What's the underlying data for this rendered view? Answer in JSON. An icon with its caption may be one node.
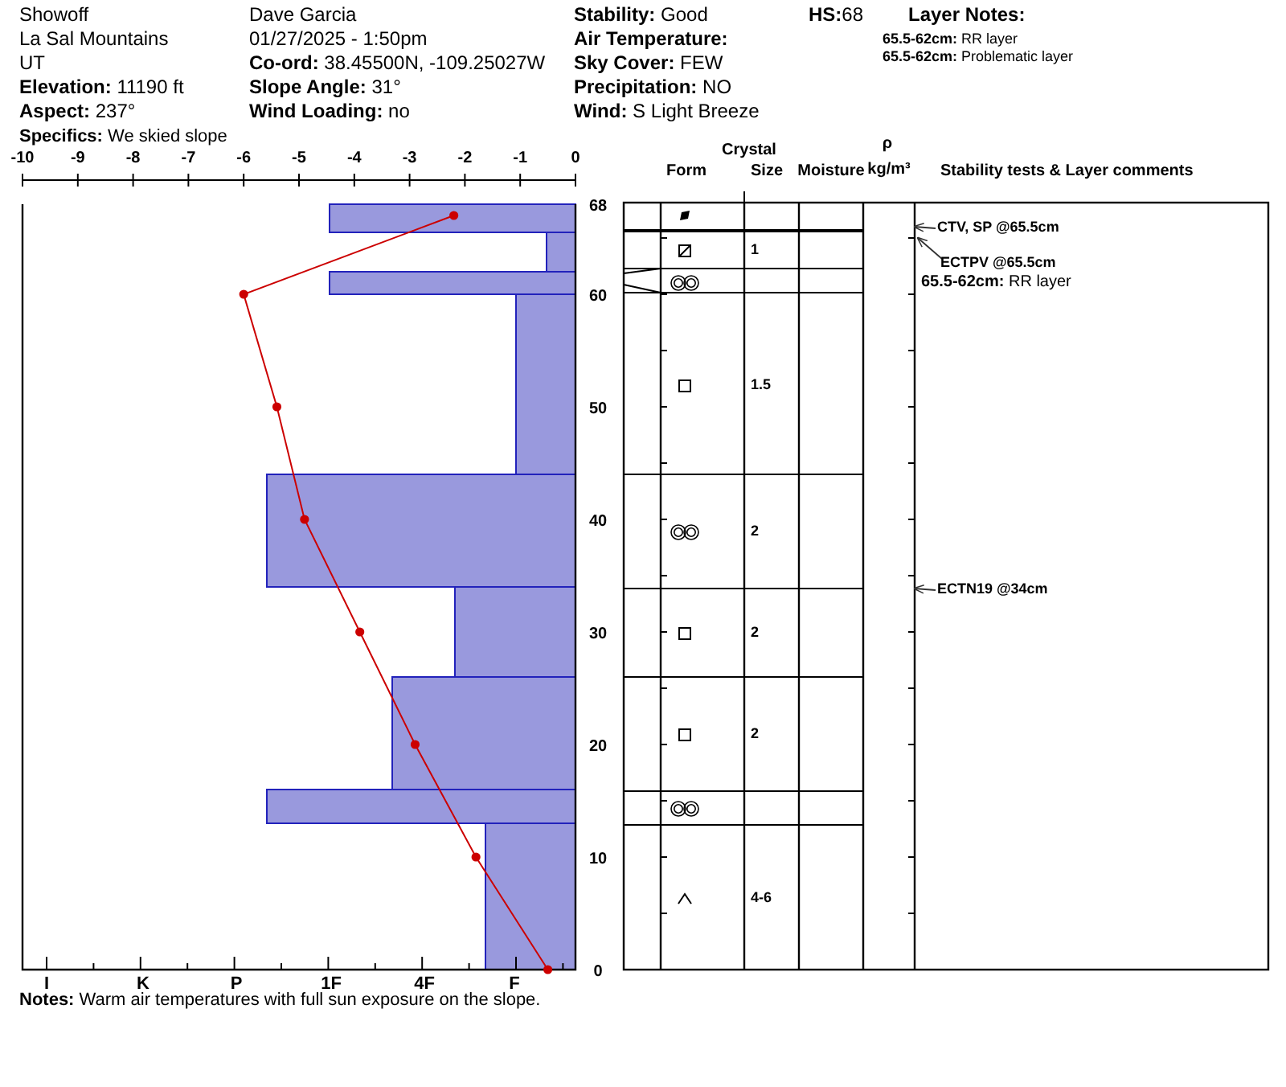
{
  "diagram": {
    "nodes": [
      {
        "text": [
          "CTV, SP @65.5cm"
        ]
      },
      {
        "text": [
          "ECTPV @65.5cm"
        ]
      },
      {
        "text": [
          "ECTN19 @34cm"
        ]
      }
    ],
    "edges": [
      {
        "from": 0,
        "to": null,
        "arrow": "to"
      },
      {
        "from": 1,
        "to": null,
        "arrow": "to"
      },
      {
        "from": 2,
        "to": null,
        "arrow": "to"
      }
    ],
    "labels": [
      "Showoff",
      "La Sal Mountains",
      "UT",
      "**Elevation:** 11190 ft",
      "**Aspect:** 237°",
      "**Specifics:** We skied slope",
      "Dave Garcia",
      "01/27/2025 - 1:50pm",
      "**Co-ord:** 38.45500N, -109.25027W",
      "**Slope Angle:** 31°",
      "**Wind Loading:** no",
      "**Stability:** Good",
      "Air Temperature:",
      "**Sky Cover:** FEW",
      "**Precipitation:** NO",
      "**Wind:** S Light Breeze",
      "**HS:**68",
      "Layer Notes:",
      "**65.5-62cm:** RR layer",
      "**65.5-62cm:** Problematic layer",
      "I",
      "K",
      "P",
      "1F",
      "4F",
      "F",
      "Crystal",
      "Form",
      "Size",
      "Moisture",
      "ρ",
      "kg/m³",
      "Stability tests & Layer comments",
      "1",
      "1.5",
      "2",
      "2",
      "2",
      "4-6",
      "**65.5-62cm:** RR layer",
      "**Notes:** Warm air temperatures with full sun exposure on the slope."
    ],
    "chart_data": {
      "type": "line",
      "x": [
        -2.2,
        -6,
        -5.4,
        -4.9,
        -3.9,
        -2.9,
        -1.8,
        -0.5
      ],
      "series": [
        {
          "color": "#cc0000",
          "marker": "circle",
          "values": [
            67,
            60,
            50,
            40,
            30,
            20,
            10,
            0
          ]
        }
      ],
      "bands": [
        {
          "axis": "y",
          "from": 65.5,
          "to": 68,
          "color": "#9999dd"
        },
        {
          "axis": "y",
          "from": 62,
          "to": 65.5,
          "color": "#9999dd"
        },
        {
          "axis": "y",
          "from": 60,
          "to": 62,
          "color": "#9999dd"
        },
        {
          "axis": "y",
          "from": 44,
          "to": 60,
          "color": "#9999dd"
        },
        {
          "axis": "y",
          "from": 34,
          "to": 44,
          "color": "#9999dd"
        },
        {
          "axis": "y",
          "from": 26,
          "to": 34,
          "color": "#9999dd"
        },
        {
          "axis": "y",
          "from": 16,
          "to": 26,
          "color": "#9999dd"
        },
        {
          "axis": "y",
          "from": 13,
          "to": 16,
          "color": "#9999dd"
        },
        {
          "axis": "y",
          "from": 0,
          "to": 13,
          "color": "#9999dd"
        }
      ],
      "xlim": [
        -10,
        0
      ],
      "ylim": [
        0,
        68
      ],
      "xticks": [
        -10,
        -9,
        -8,
        -7,
        -6,
        -5,
        -4,
        -3,
        -2,
        -1,
        0
      ],
      "yticks": [
        0,
        10,
        20,
        30,
        40,
        50,
        60,
        68
      ]
    }
  }
}
